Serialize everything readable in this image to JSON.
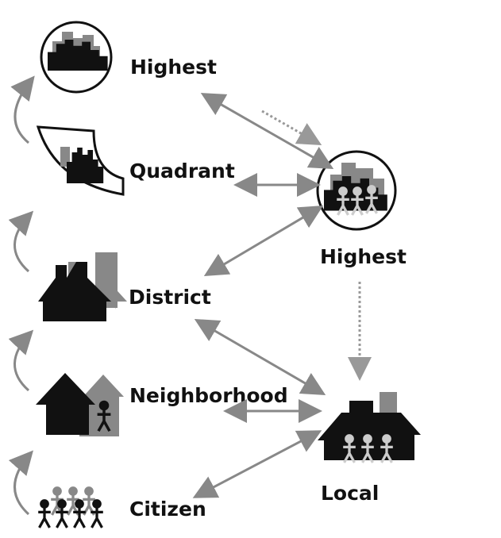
{
  "levels": {
    "highest": "Highest",
    "quadrant": "Quadrant",
    "district": "District",
    "neighborhood": "Neighborhood",
    "citizen": "Citizen"
  },
  "targets": {
    "highest": "Highest",
    "local": "Local"
  },
  "colors": {
    "arrow": "#888888",
    "icon_dark": "#111111",
    "icon_gray": "#888888"
  }
}
